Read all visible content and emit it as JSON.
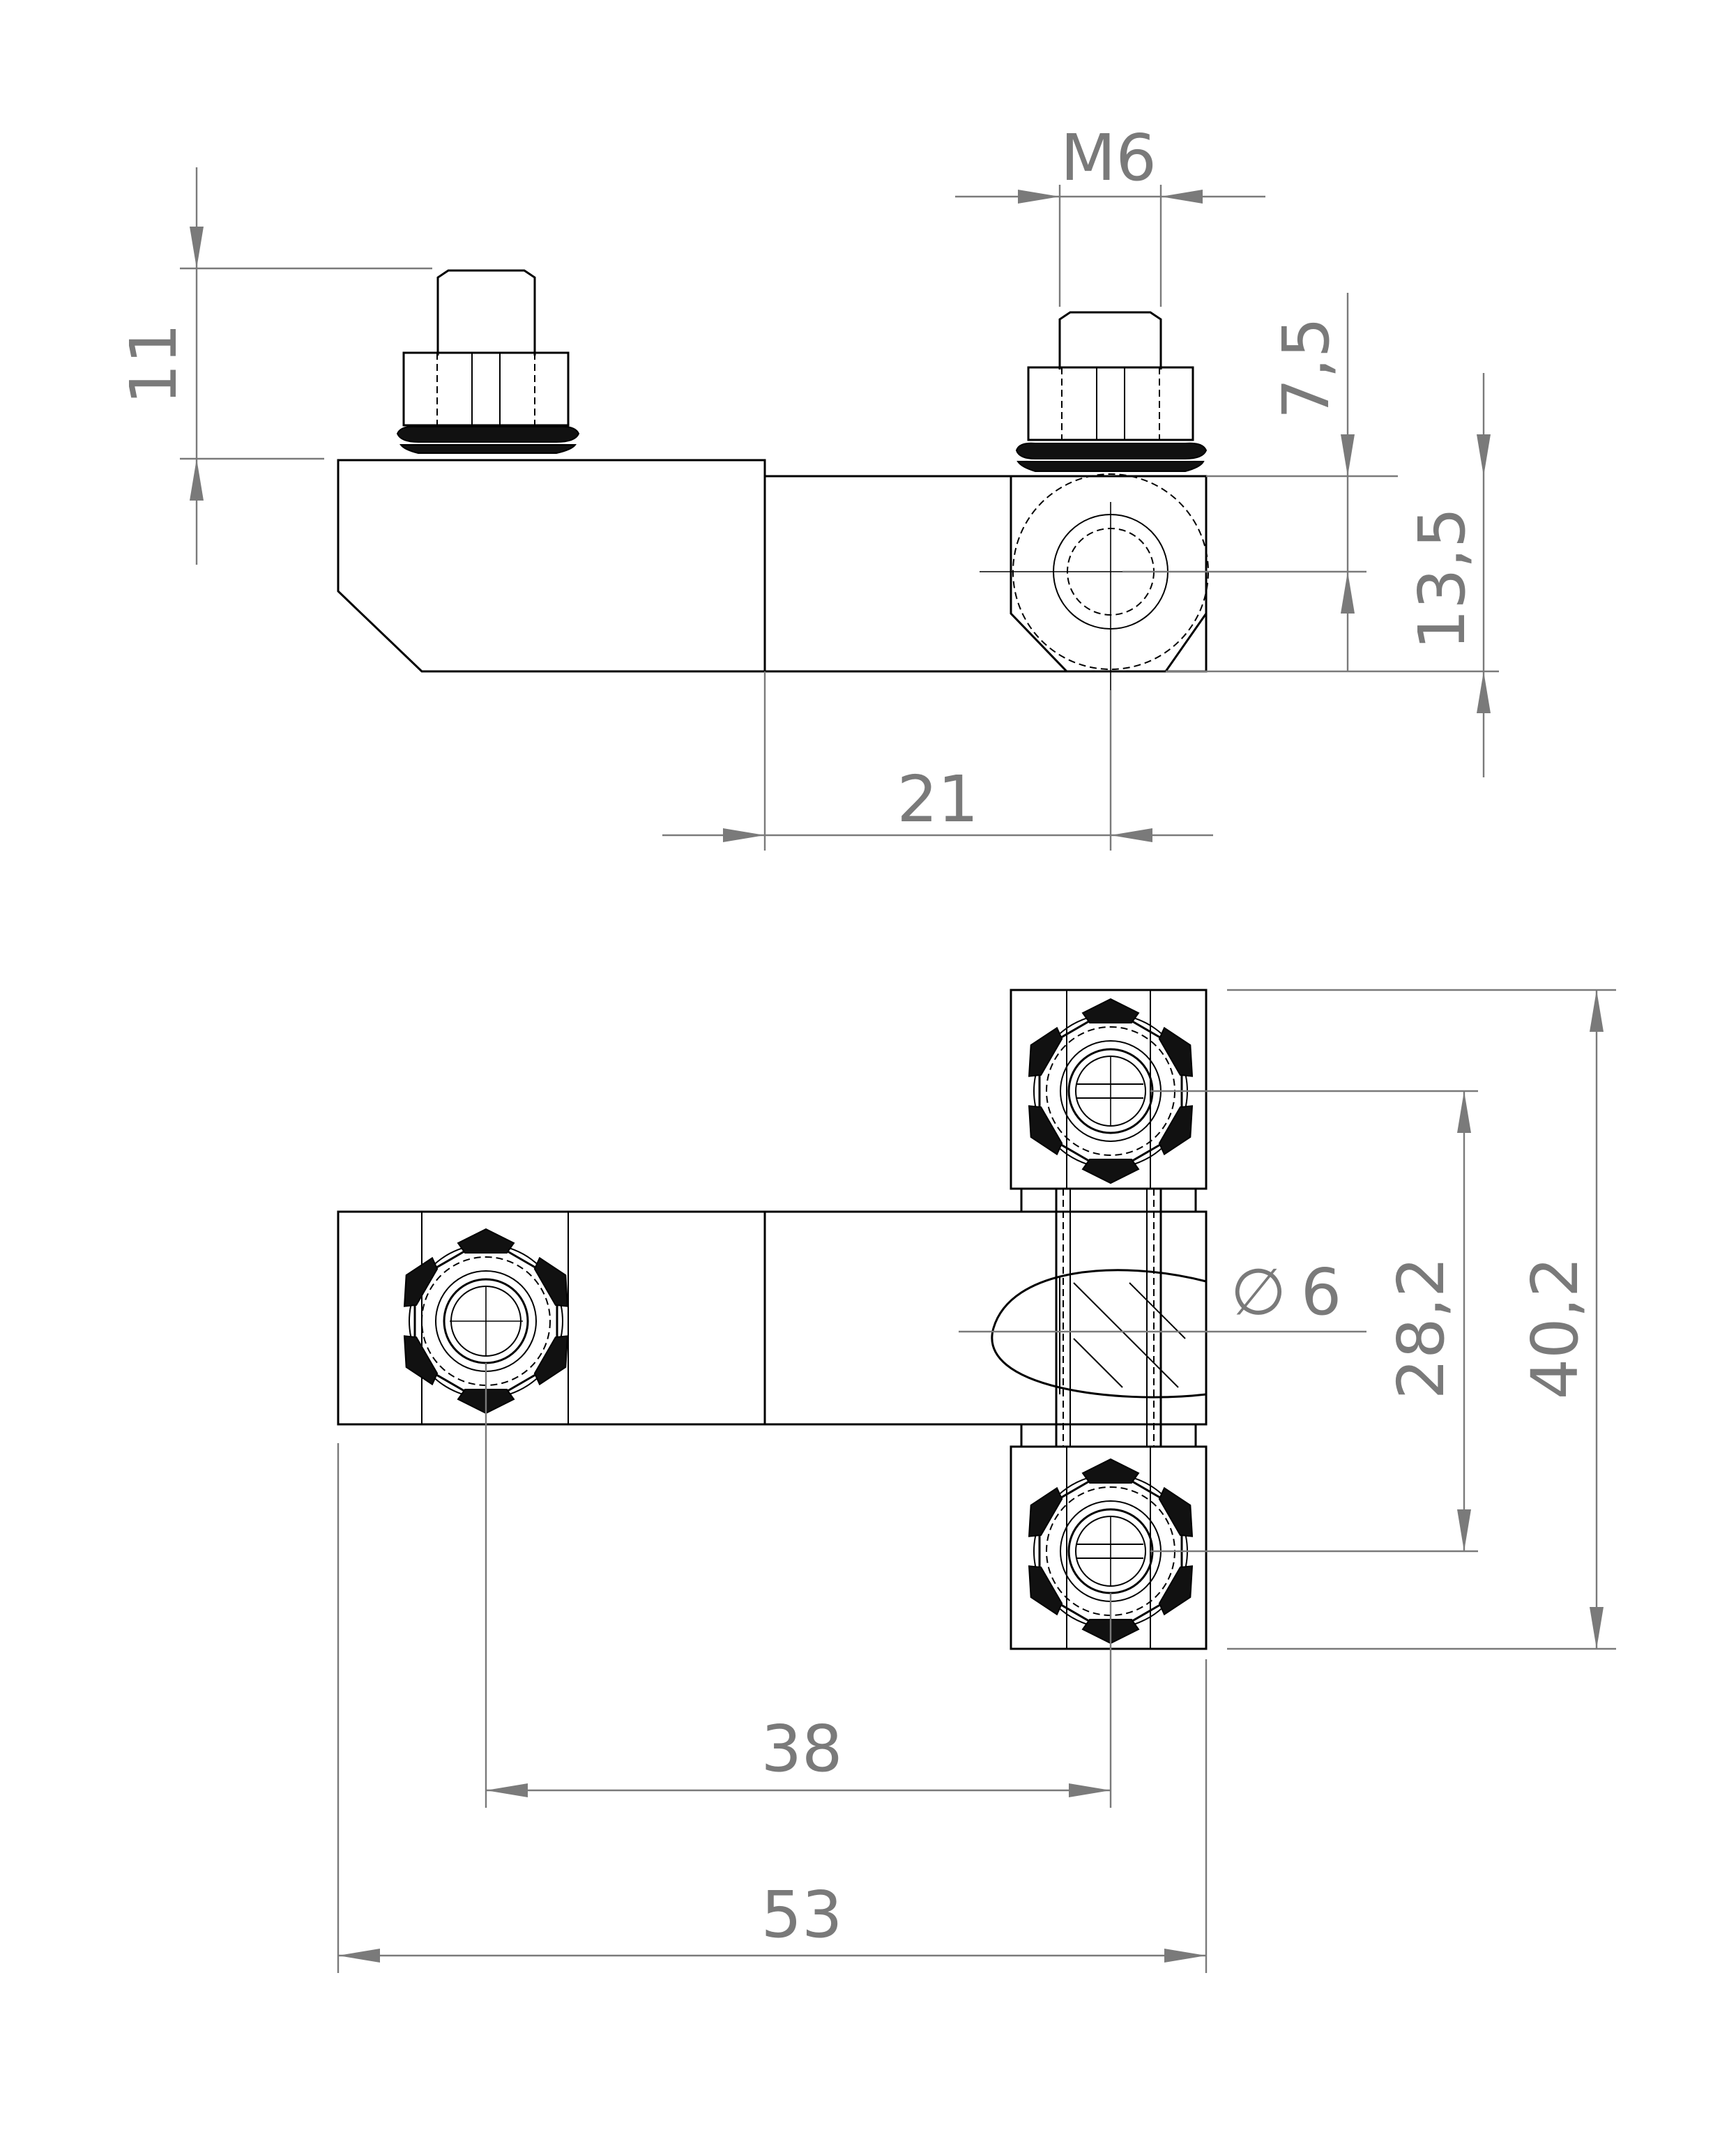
{
  "dimensions": {
    "thread_size": "M6",
    "bolt_protrusion": "11",
    "washer_offset": "7,5",
    "block_height": "13,5",
    "hole_offset": "21",
    "hole_diameter_symbol": "∅",
    "hole_diameter": "6",
    "bolt_pitch": "28,2",
    "overall_width": "40,2",
    "bolt_spacing": "38",
    "overall_length": "53"
  },
  "colors": {
    "geometry": "#000000",
    "dimension": "#7a7a7a"
  }
}
